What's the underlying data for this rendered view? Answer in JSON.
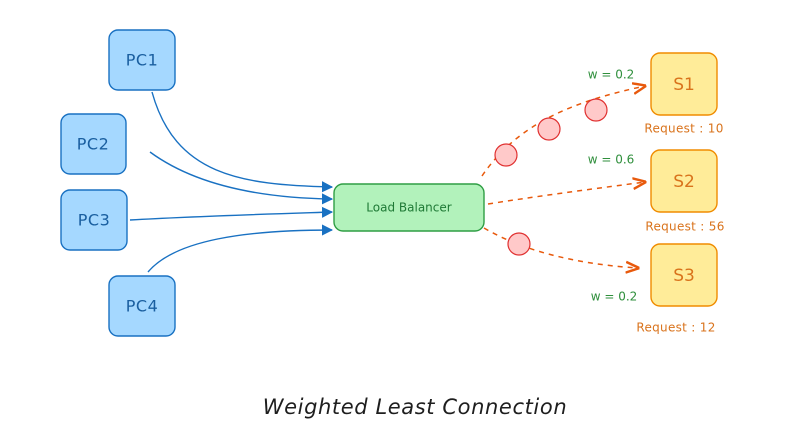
{
  "title": "Weighted Least Connection",
  "clients": [
    {
      "id": "pc1",
      "label": "PC1"
    },
    {
      "id": "pc2",
      "label": "PC2"
    },
    {
      "id": "pc3",
      "label": "PC3"
    },
    {
      "id": "pc4",
      "label": "PC4"
    }
  ],
  "load_balancer": {
    "label": "Load Balancer"
  },
  "servers": [
    {
      "id": "s1",
      "label": "S1",
      "weight": "w = 0.2",
      "requests": "Request : 10",
      "pending_connections": 3
    },
    {
      "id": "s2",
      "label": "S2",
      "weight": "w = 0.6",
      "requests": "Request : 56",
      "pending_connections": 0
    },
    {
      "id": "s3",
      "label": "S3",
      "weight": "w = 0.2",
      "requests": "Request : 12",
      "pending_connections": 1
    }
  ],
  "colors": {
    "client_fill": "#a5d8ff",
    "client_stroke": "#1971c2",
    "lb_fill": "#b2f2bb",
    "lb_stroke": "#2f9e44",
    "server_fill": "#ffec99",
    "server_stroke": "#f08c00",
    "request_dot_fill": "#ffc9c9",
    "request_dot_stroke": "#e03131",
    "client_edge": "#1971c2",
    "server_edge": "#e8590c"
  }
}
